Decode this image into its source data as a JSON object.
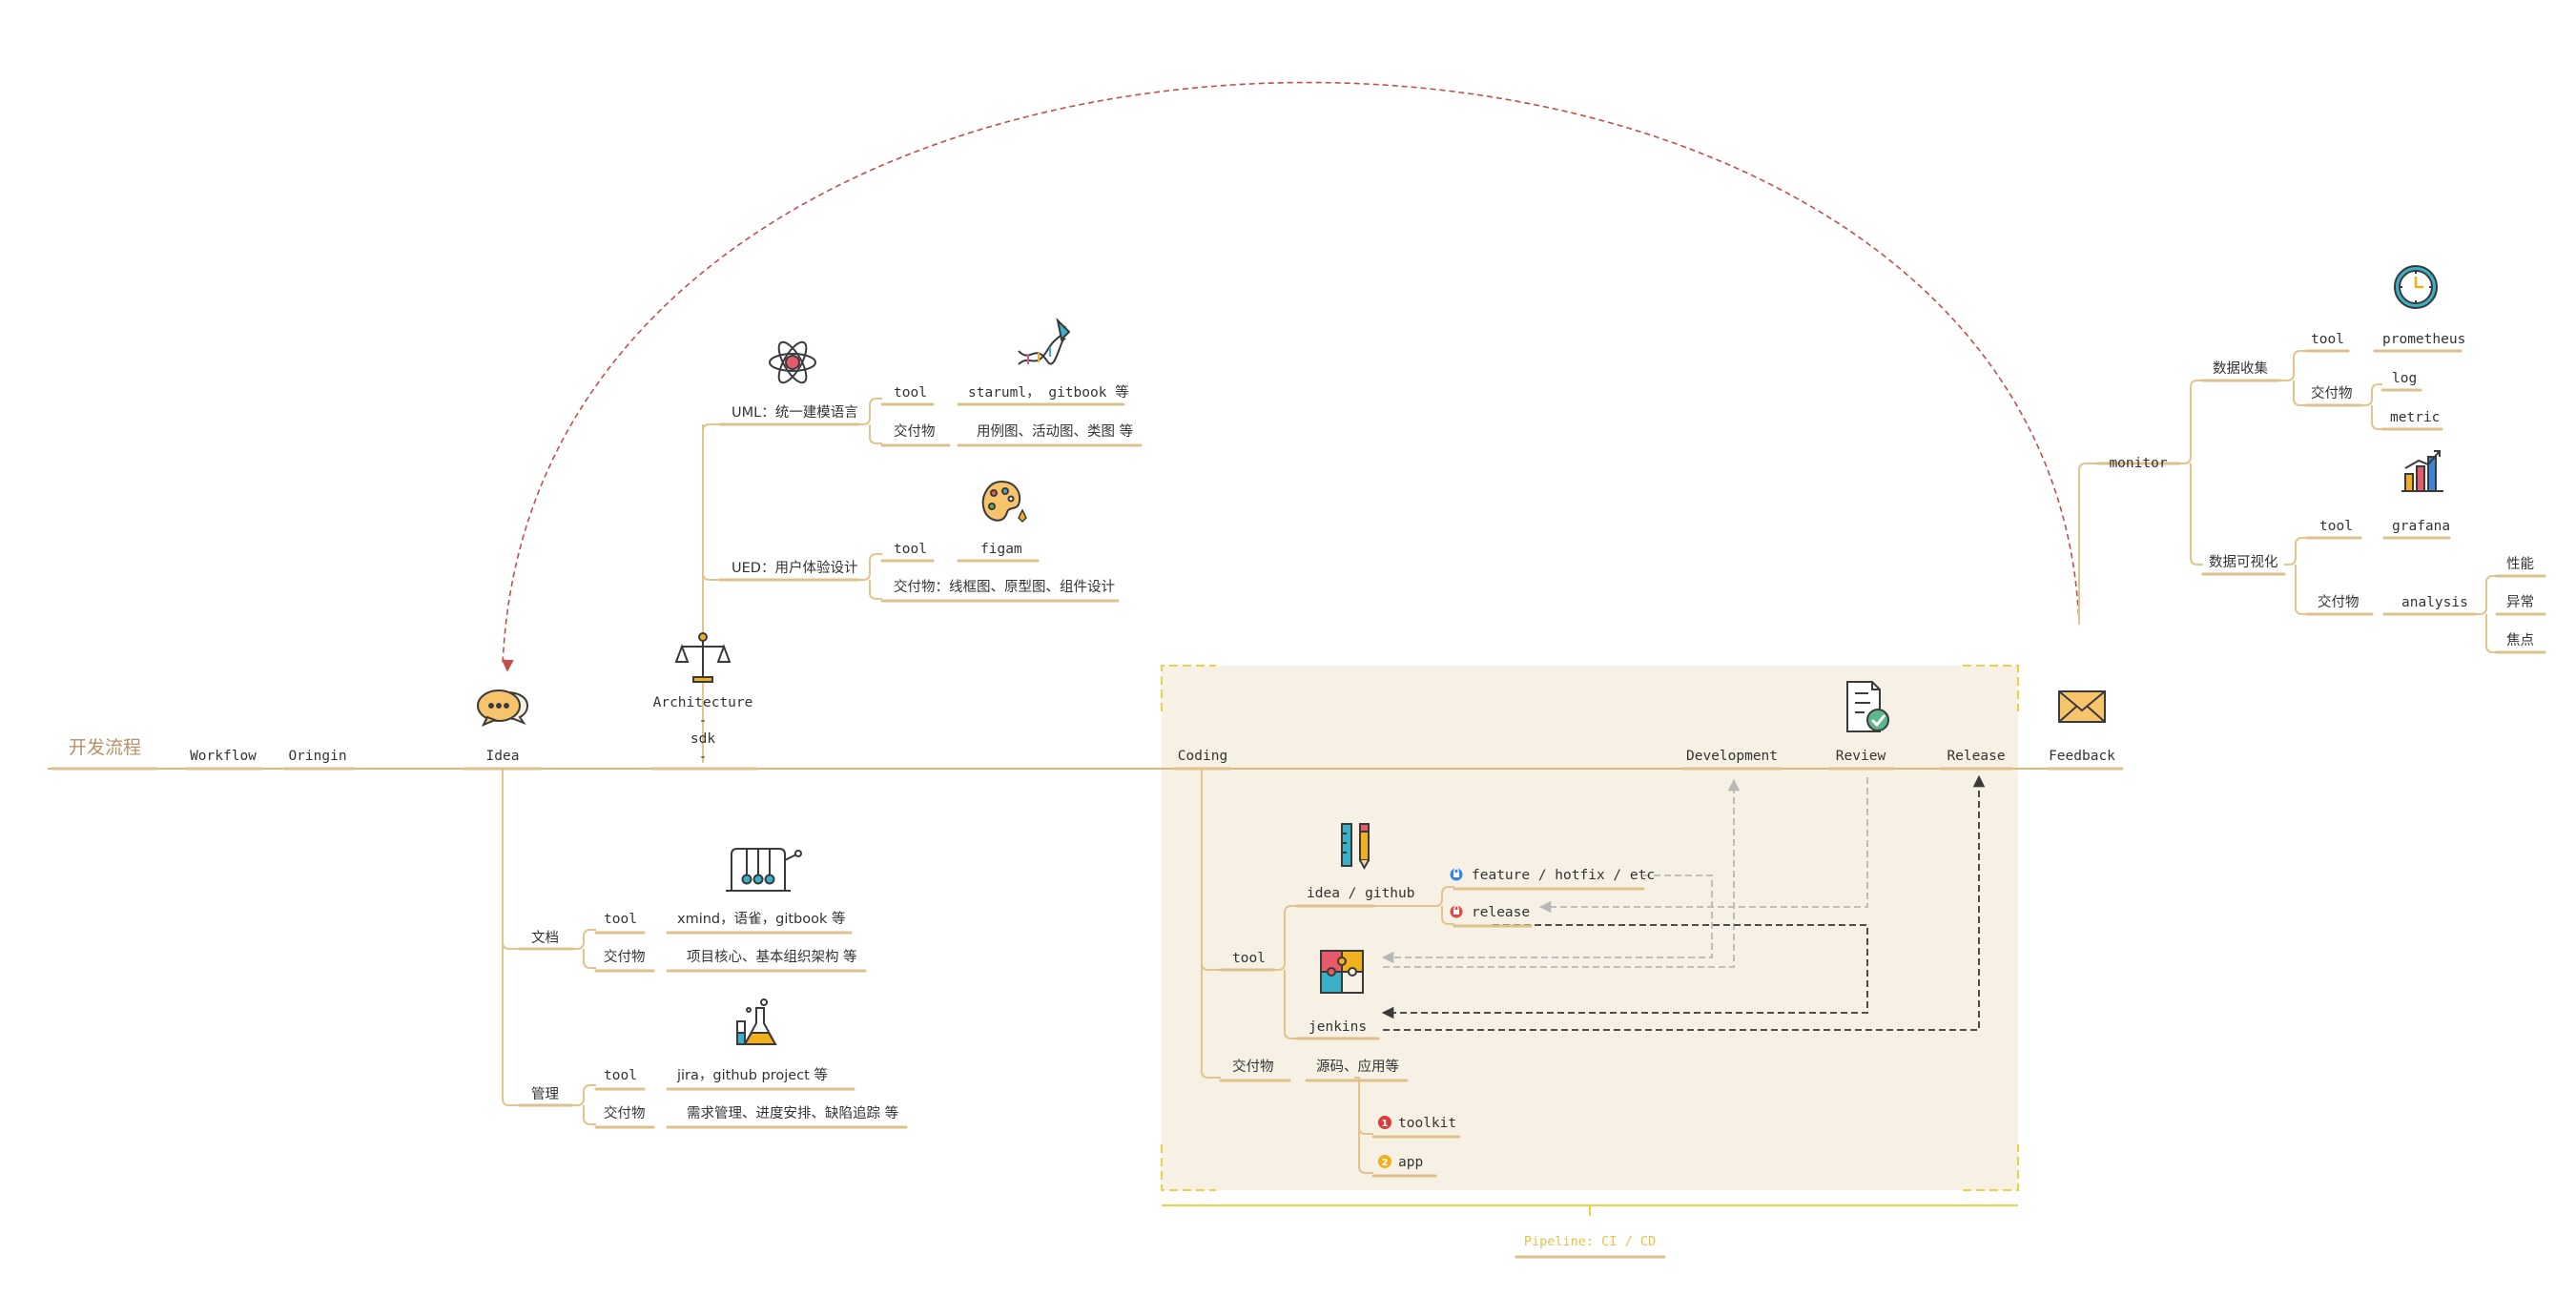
{
  "title": "开发流程",
  "spine": {
    "workflow": "Workflow",
    "origin": "Oringin",
    "idea": "Idea",
    "architecture": [
      "Architecture",
      "-",
      "sdk",
      "-"
    ],
    "coding": "Coding",
    "development": "Development",
    "review": "Review",
    "release": "Release",
    "feedback": "Feedback"
  },
  "architecture": {
    "uml": {
      "label": "UML：统一建模语言",
      "tool_label": "tool",
      "tool_value": "staruml， gitbook 等",
      "deliverable_label": "交付物",
      "deliverable_value": "用例图、活动图、类图 等"
    },
    "ued": {
      "label": "UED：用户体验设计",
      "tool_label": "tool",
      "tool_value": "figam",
      "deliverable": "交付物：线框图、原型图、组件设计"
    }
  },
  "idea": {
    "docs": {
      "label": "文档",
      "tool_label": "tool",
      "tool_value": "xmind，语雀，gitbook 等",
      "deliverable_label": "交付物",
      "deliverable_value": "项目核心、基本组织架构 等"
    },
    "management": {
      "label": "管理",
      "tool_label": "tool",
      "tool_value": "jira，github project 等",
      "deliverable_label": "交付物",
      "deliverable_value": "需求管理、进度安排、缺陷追踪 等"
    }
  },
  "coding": {
    "tool_label": "tool",
    "idea_github": "idea / github",
    "branch_feature": "feature / hotfix / etc",
    "branch_release": "release",
    "jenkins": "jenkins",
    "deliverable_label": "交付物",
    "deliverable_value": "源码、应用等",
    "items": [
      {
        "num": "1",
        "label": "toolkit"
      },
      {
        "num": "2",
        "label": "app"
      }
    ]
  },
  "pipeline_label": "Pipeline: CI / CD",
  "monitor": {
    "label": "monitor",
    "collect": {
      "label": "数据收集",
      "tool_label": "tool",
      "tool_value": "prometheus",
      "deliverable_label": "交付物",
      "outputs": [
        "log",
        "metric"
      ]
    },
    "visual": {
      "label": "数据可视化",
      "tool_label": "tool",
      "tool_value": "grafana",
      "deliverable_label": "交付物",
      "analysis": "analysis",
      "analysis_items": [
        "性能",
        "异常",
        "焦点"
      ]
    }
  },
  "colors": {
    "branch_line": "#e2c48c",
    "spine_line": "#d9b87a",
    "underline": "#ddc08a",
    "pipeline_box": "#f6f1e4",
    "pipeline_border": "#f2d045",
    "feedback_arc": "#c0504d",
    "dark_arrow": "#3a3a3a",
    "light_arrow": "#b8b8b8"
  },
  "icons": [
    "atom-icon",
    "dna-icon",
    "palette-icon",
    "scales-icon",
    "chat-bubbles-icon",
    "newtons-cradle-icon",
    "lab-flask-icon",
    "ruler-pencil-icon",
    "puzzle-icon",
    "checklist-icon",
    "envelope-icon",
    "clock-icon",
    "bar-chart-icon"
  ]
}
